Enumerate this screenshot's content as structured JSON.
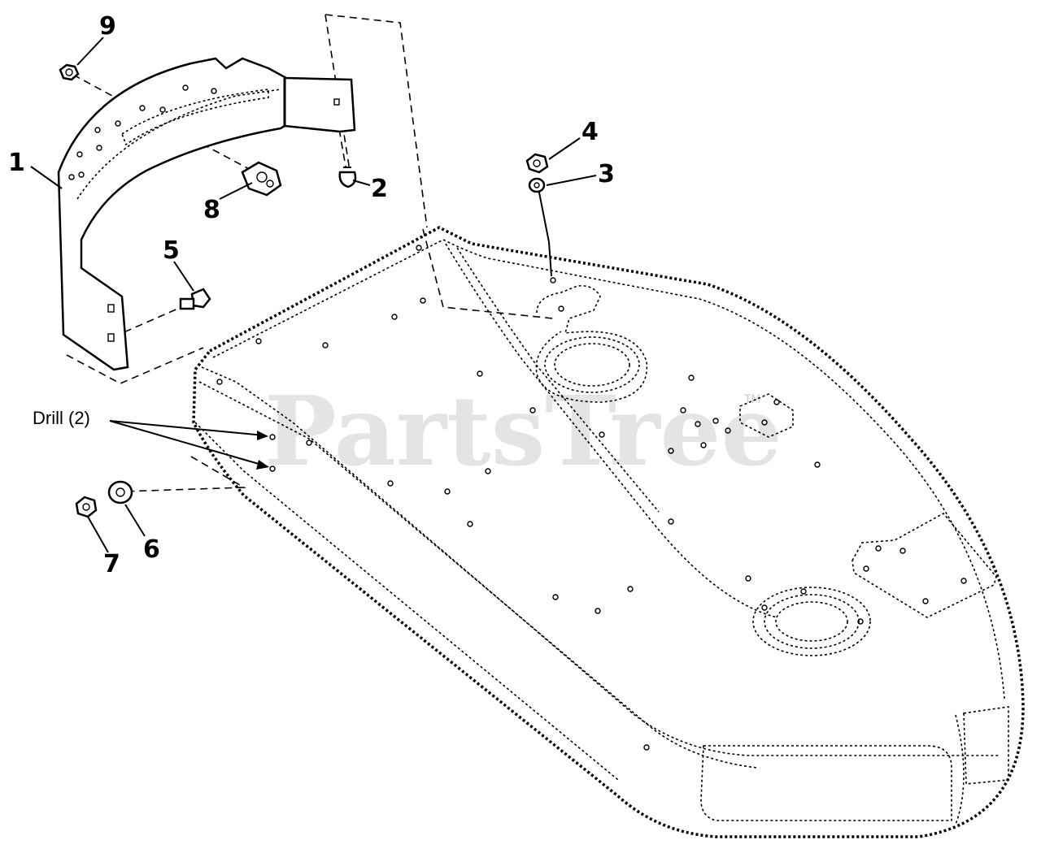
{
  "watermark": {
    "brand": "PartsTree",
    "trademark": "TM"
  },
  "callouts": [
    {
      "id": "1",
      "part": "guard bracket"
    },
    {
      "id": "2",
      "part": "bolt"
    },
    {
      "id": "3",
      "part": "washer"
    },
    {
      "id": "4",
      "part": "nut"
    },
    {
      "id": "5",
      "part": "bolt"
    },
    {
      "id": "6",
      "part": "washer"
    },
    {
      "id": "7",
      "part": "nut"
    },
    {
      "id": "8",
      "part": "bolt"
    },
    {
      "id": "9",
      "part": "nut"
    }
  ],
  "annotation": {
    "drill_label": "Drill (2)"
  }
}
